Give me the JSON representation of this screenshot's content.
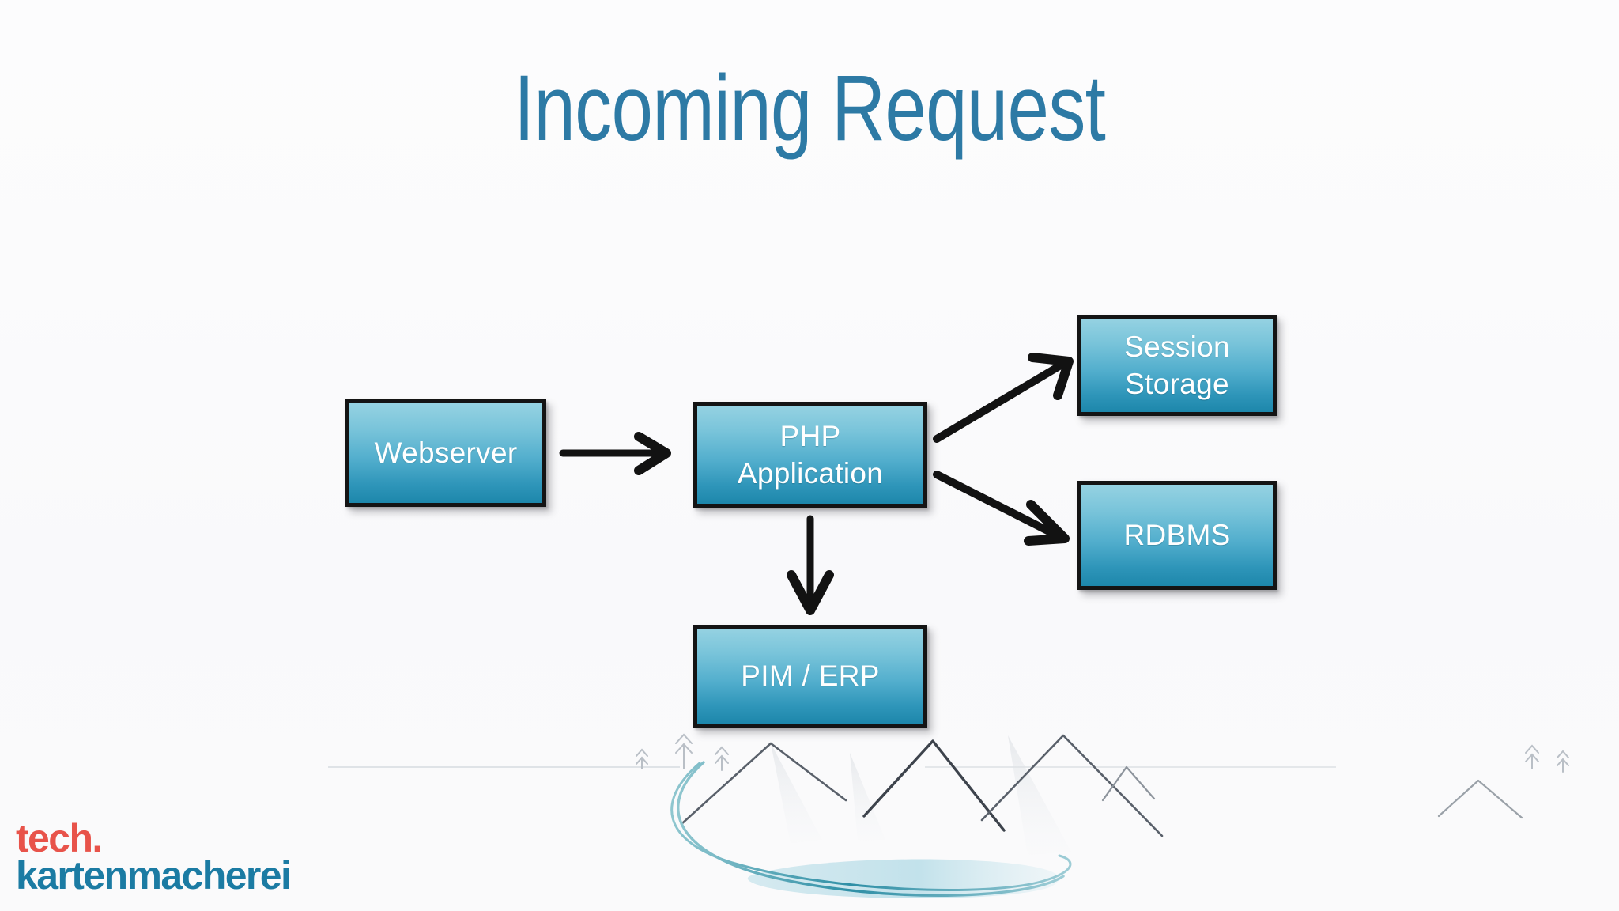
{
  "slide": {
    "title": "Incoming Request",
    "background_color": "#fbfbfc",
    "title_color": "#2d7aa5"
  },
  "diagram": {
    "type": "flow-diagram",
    "node_fill_top": "#95d2e2",
    "node_fill_bottom": "#1d87ab",
    "node_border_color": "#141414",
    "node_text_color": "#ffffff",
    "arrow_color": "#111111",
    "nodes": [
      {
        "id": "webserver",
        "label": "Webserver"
      },
      {
        "id": "php",
        "label": "PHP Application"
      },
      {
        "id": "session",
        "label": "Session\nStorage"
      },
      {
        "id": "rdbms",
        "label": "RDBMS"
      },
      {
        "id": "pim",
        "label": "PIM / ERP"
      }
    ],
    "edges": [
      {
        "from": "webserver",
        "to": "php",
        "direction": "right"
      },
      {
        "from": "php",
        "to": "session",
        "direction": "up-right"
      },
      {
        "from": "php",
        "to": "rdbms",
        "direction": "down-right"
      },
      {
        "from": "php",
        "to": "pim",
        "direction": "down"
      }
    ]
  },
  "footer": {
    "logo_line1": "tech.",
    "logo_line2": "kartenmacherei",
    "logo_color_1": "#e8534a",
    "logo_color_2": "#1b7ba3",
    "scenery_accent": "#2f8fa6"
  }
}
